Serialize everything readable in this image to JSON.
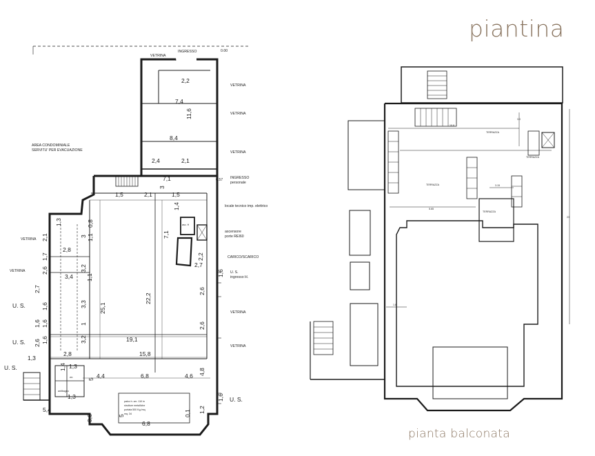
{
  "header": {
    "title": "piantina",
    "subtitle": "pianta balconata"
  },
  "ground": {
    "labels": {
      "vetrina_top": "VETRINA",
      "ingresso": "INGRESSO",
      "level": "0.00",
      "v1": "VETRINA",
      "v2": "VETRINA",
      "v3": "VETRINA",
      "area1": "AREA CONDOMINIALE",
      "area2": "SERVITU' PER EVACUAZIONE",
      "ing_pers1": "INGRESSO",
      "ing_pers2": "personale",
      "val057": "0.57",
      "locale": "locale tecnico imp. elettrico",
      "asc1": "ascensore",
      "asc2": "porte REI60",
      "carico": "CARICO/SCARICO",
      "us_h1": "U. S.",
      "us_h2": "ingresso H.",
      "vetr_left1": "VETRINA",
      "vetr_left2": "VETRINA",
      "us_l1": "U. S.",
      "us_l2": "U. S.",
      "us_l3": "U. S.",
      "vetr_r1": "VETRINA",
      "vetr_r2": "VETRINA",
      "us_r": "U. S.",
      "wc": "wc",
      "ant": "antibagno",
      "asc_tag": "asc. H",
      "note1": "palco h. cm. 110 in",
      "note2": "strutture metalliche",
      "note3": "portata 500 Kg./mq",
      "note4": "mq. 34"
    },
    "dims": {
      "d22": "2,2",
      "d74": "7,4",
      "d116": "11,6",
      "d84": "8,4",
      "d24": "2,4",
      "d21a": "2,1",
      "d71a": "7,1",
      "d3": "3",
      "d15a": "1,5",
      "d21b": "2,1",
      "d15b": "1,5",
      "d14": "1,4",
      "d13a": "1,3",
      "d21c": "2,1",
      "d3b": "3",
      "d11a": "1,1",
      "d08": "0,8",
      "d71b": "7,1",
      "d17": "1,7",
      "d28a": "2,8",
      "d22b": "2,2",
      "d27a": "2,7",
      "d26a": "2,6",
      "d32a": "3,2",
      "d34": "3,4",
      "d11b": "1,1",
      "d16a": "1,6",
      "d27b": "2,7",
      "d16": "1,6",
      "d16b": "1,6",
      "d222": "22,2",
      "d251": "25,1",
      "d33": "3,3",
      "d26b": "2,6",
      "d16c": "1,6",
      "d1": "1",
      "d26c": "2,6",
      "d16d": "1,6",
      "d26d": "2,6",
      "d32b": "3,2",
      "d191": "19,1",
      "d28b": "2,8",
      "d158": "15,8",
      "d13b": "1,3",
      "d14b": "1,4",
      "d13c": "1,3",
      "d5": "5",
      "d44": "4,4",
      "d68a": "6,8",
      "d46": "4,6",
      "d48": "4,8",
      "d13d": "1,3",
      "d54": "5,4",
      "d16e": "1,6",
      "d06": "0,6",
      "d5b": "5",
      "d01": "0,1",
      "d12": "1,2",
      "d68b": "6,8"
    }
  },
  "balcony": {
    "labels": {
      "t1": "TERRAZZA",
      "t2": "TERRAZZA",
      "t3": "TERRAZZA",
      "t4": "TERRAZZA",
      "w1": "10.8",
      "h1": "3.0",
      "w2": "3.15",
      "w3": "5.65",
      "h2": "23",
      "w4": "1.8"
    }
  }
}
